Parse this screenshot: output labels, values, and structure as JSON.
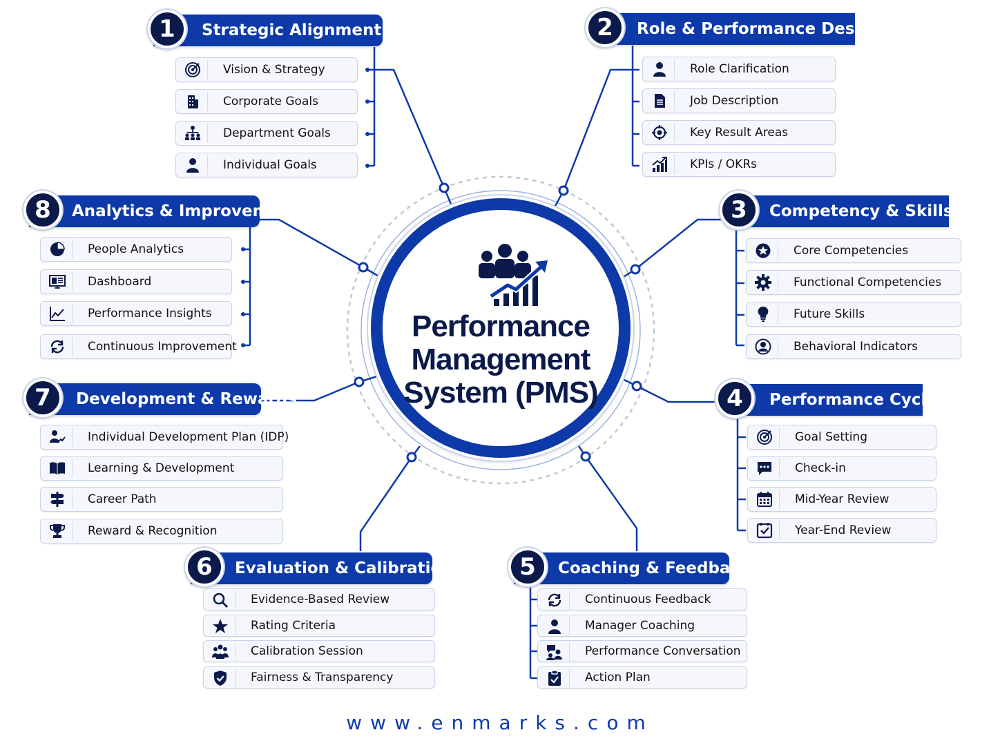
{
  "center": {
    "title_lines": [
      "Performance",
      "Management",
      "System (PMS)"
    ]
  },
  "footer": "www.enmarks.com",
  "sections": [
    {
      "number": "1",
      "title": "Strategic Alignment",
      "items": [
        {
          "label": "Vision & Strategy",
          "icon": "target-icon"
        },
        {
          "label": "Corporate Goals",
          "icon": "building-icon"
        },
        {
          "label": "Department Goals",
          "icon": "org-chart-icon"
        },
        {
          "label": "Individual Goals",
          "icon": "person-icon"
        }
      ]
    },
    {
      "number": "2",
      "title": "Role & Performance Design",
      "items": [
        {
          "label": "Role Clarification",
          "icon": "person-icon"
        },
        {
          "label": "Job Description",
          "icon": "document-icon"
        },
        {
          "label": "Key Result Areas",
          "icon": "crosshair-icon"
        },
        {
          "label": "KPIs / OKRs",
          "icon": "growth-chart-icon"
        }
      ]
    },
    {
      "number": "3",
      "title": "Competency & Skills",
      "items": [
        {
          "label": "Core Competencies",
          "icon": "star-badge-icon"
        },
        {
          "label": "Functional Competencies",
          "icon": "gear-icon"
        },
        {
          "label": "Future Skills",
          "icon": "lightbulb-icon"
        },
        {
          "label": "Behavioral Indicators",
          "icon": "user-circle-icon"
        }
      ]
    },
    {
      "number": "4",
      "title": "Performance Cycle",
      "items": [
        {
          "label": "Goal Setting",
          "icon": "target-icon"
        },
        {
          "label": "Check-in",
          "icon": "chat-bubble-icon"
        },
        {
          "label": "Mid-Year Review",
          "icon": "calendar-icon"
        },
        {
          "label": "Year-End Review",
          "icon": "checkbox-icon"
        }
      ]
    },
    {
      "number": "5",
      "title": "Coaching & Feedback",
      "items": [
        {
          "label": "Continuous Feedback",
          "icon": "refresh-icon"
        },
        {
          "label": "Manager Coaching",
          "icon": "person-icon"
        },
        {
          "label": "Performance Conversation",
          "icon": "conversation-icon"
        },
        {
          "label": "Action Plan",
          "icon": "clipboard-check-icon"
        }
      ]
    },
    {
      "number": "6",
      "title": "Evaluation & Calibration",
      "items": [
        {
          "label": "Evidence-Based Review",
          "icon": "search-icon"
        },
        {
          "label": "Rating Criteria",
          "icon": "star-icon"
        },
        {
          "label": "Calibration Session",
          "icon": "group-icon"
        },
        {
          "label": "Fairness & Transparency",
          "icon": "shield-check-icon"
        }
      ]
    },
    {
      "number": "7",
      "title": "Development & Rewards",
      "items": [
        {
          "label": "Individual Development Plan (IDP)",
          "icon": "person-growth-icon"
        },
        {
          "label": "Learning & Development",
          "icon": "book-icon"
        },
        {
          "label": "Career Path",
          "icon": "signpost-icon"
        },
        {
          "label": "Reward & Recognition",
          "icon": "trophy-icon"
        }
      ]
    },
    {
      "number": "8",
      "title": "Analytics & Improvement",
      "items": [
        {
          "label": "People Analytics",
          "icon": "pie-chart-icon"
        },
        {
          "label": "Dashboard",
          "icon": "dashboard-icon"
        },
        {
          "label": "Performance Insights",
          "icon": "line-chart-icon"
        },
        {
          "label": "Continuous Improvement",
          "icon": "refresh-icon"
        }
      ]
    }
  ],
  "colors": {
    "primary": "#0d3aa8",
    "dark": "#0b1a4a",
    "border": "#c9d3ea",
    "item_bg": "#f5f7fc"
  }
}
